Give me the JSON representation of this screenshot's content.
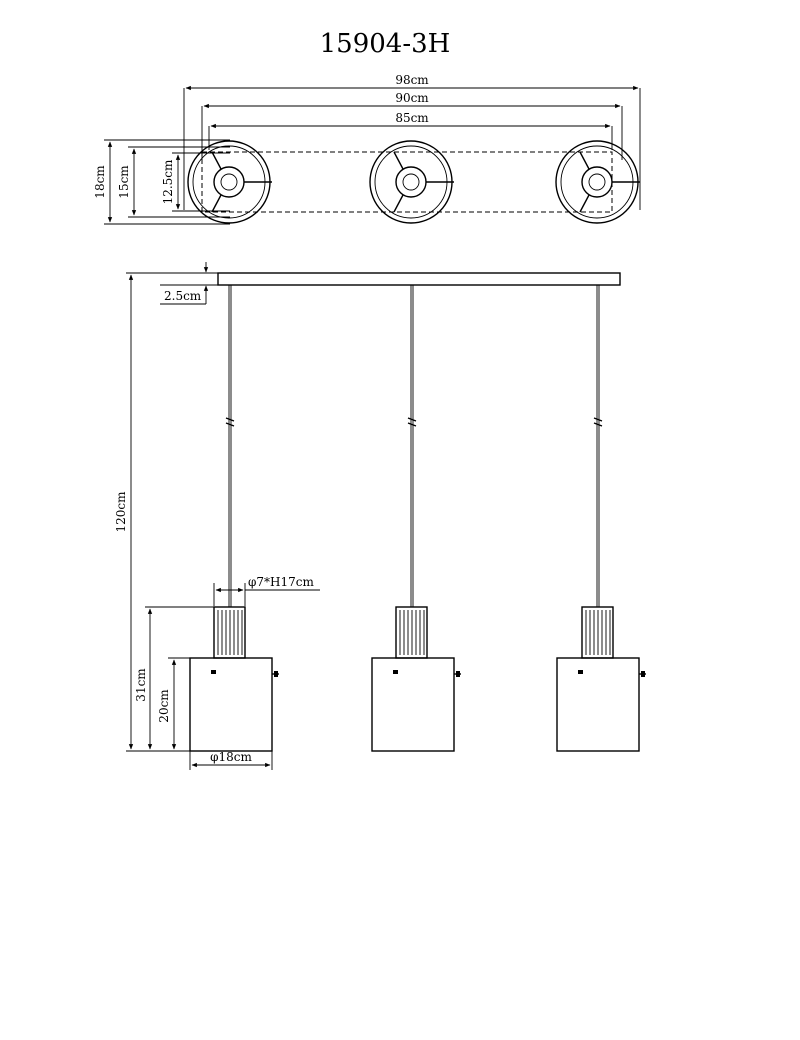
{
  "drawing": {
    "title": "15904-3H",
    "top_view": {
      "width_outer": "98cm",
      "width_mid": "90cm",
      "width_inner": "85cm",
      "depth_outer": "18cm",
      "depth_mid": "15cm",
      "depth_inner": "12.5cm"
    },
    "side_view": {
      "canopy_height": "2.5cm",
      "total_drop": "120cm",
      "lamp_height": "31cm",
      "shade_height": "20cm",
      "holder_size": "φ7*H17cm",
      "shade_diameter": "φ18cm"
    }
  }
}
